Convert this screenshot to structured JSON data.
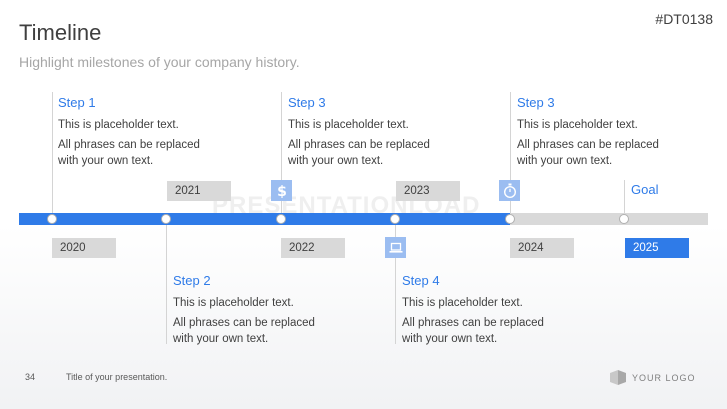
{
  "header": {
    "title": "Timeline",
    "subtitle": "Highlight milestones of your company history.",
    "code": "#DT0138"
  },
  "steps": [
    {
      "title": "Step 1",
      "line1": "This is placeholder text.",
      "line2": "All phrases can be replaced with your own text."
    },
    {
      "title": "Step 2",
      "line1": "This is placeholder text.",
      "line2": "All phrases can be replaced with your own text."
    },
    {
      "title": "Step 3",
      "line1": "This is placeholder text.",
      "line2": "All phrases can be replaced with your own text."
    },
    {
      "title": "Step 4",
      "line1": "This is placeholder text.",
      "line2": "All phrases can be replaced with your own text."
    },
    {
      "title": "Step 3",
      "line1": "This is placeholder text.",
      "line2": "All phrases can be replaced with your own text."
    }
  ],
  "years": [
    "2020",
    "2021",
    "2022",
    "2023",
    "2024",
    "2025"
  ],
  "goal": "Goal",
  "watermark": "PRESENTATIONLOAD",
  "footer": {
    "page_number": "34",
    "presentation_title": "Title of your presentation.",
    "logo_text": "YOUR LOGO"
  },
  "colors": {
    "accent": "#2f7be8",
    "icon_bg": "#9bbdf1",
    "year_box": "#d9d9d9"
  },
  "icons": [
    "dollar-icon",
    "laptop-icon",
    "stopwatch-icon"
  ]
}
